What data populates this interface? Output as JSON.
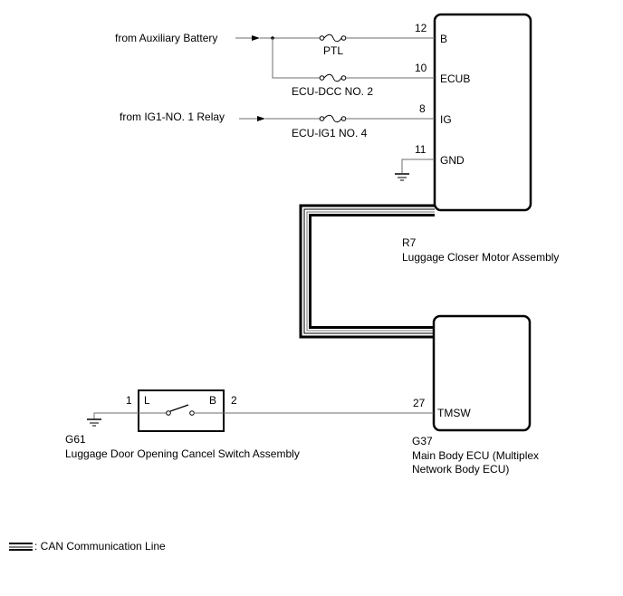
{
  "diagram": {
    "sources": [
      {
        "id": "aux-battery",
        "label": "from Auxiliary Battery"
      },
      {
        "id": "ig1-relay",
        "label": "from IG1-NO. 1 Relay"
      }
    ],
    "fuses": [
      {
        "id": "ptl",
        "label": "PTL"
      },
      {
        "id": "ecu-dcc-no2",
        "label": "ECU-DCC NO. 2"
      },
      {
        "id": "ecu-ig1-no4",
        "label": "ECU-IG1 NO. 4"
      }
    ],
    "components": {
      "r7": {
        "code": "R7",
        "name": "Luggage Closer Motor Assembly",
        "pins": [
          {
            "number": "12",
            "name": "B"
          },
          {
            "number": "10",
            "name": "ECUB"
          },
          {
            "number": "8",
            "name": "IG"
          },
          {
            "number": "11",
            "name": "GND"
          }
        ]
      },
      "g37": {
        "code": "G37",
        "name_line1": "Main Body ECU (Multiplex",
        "name_line2": "Network Body ECU)",
        "pins": [
          {
            "number": "27",
            "name": "TMSW"
          }
        ]
      },
      "g61": {
        "code": "G61",
        "name": "Luggage Door Opening Cancel Switch Assembly",
        "pins": [
          {
            "number": "1",
            "name": "L"
          },
          {
            "number": "2",
            "name": "B"
          }
        ]
      }
    },
    "legend": {
      "can_line_label": ": CAN Communication Line"
    }
  }
}
